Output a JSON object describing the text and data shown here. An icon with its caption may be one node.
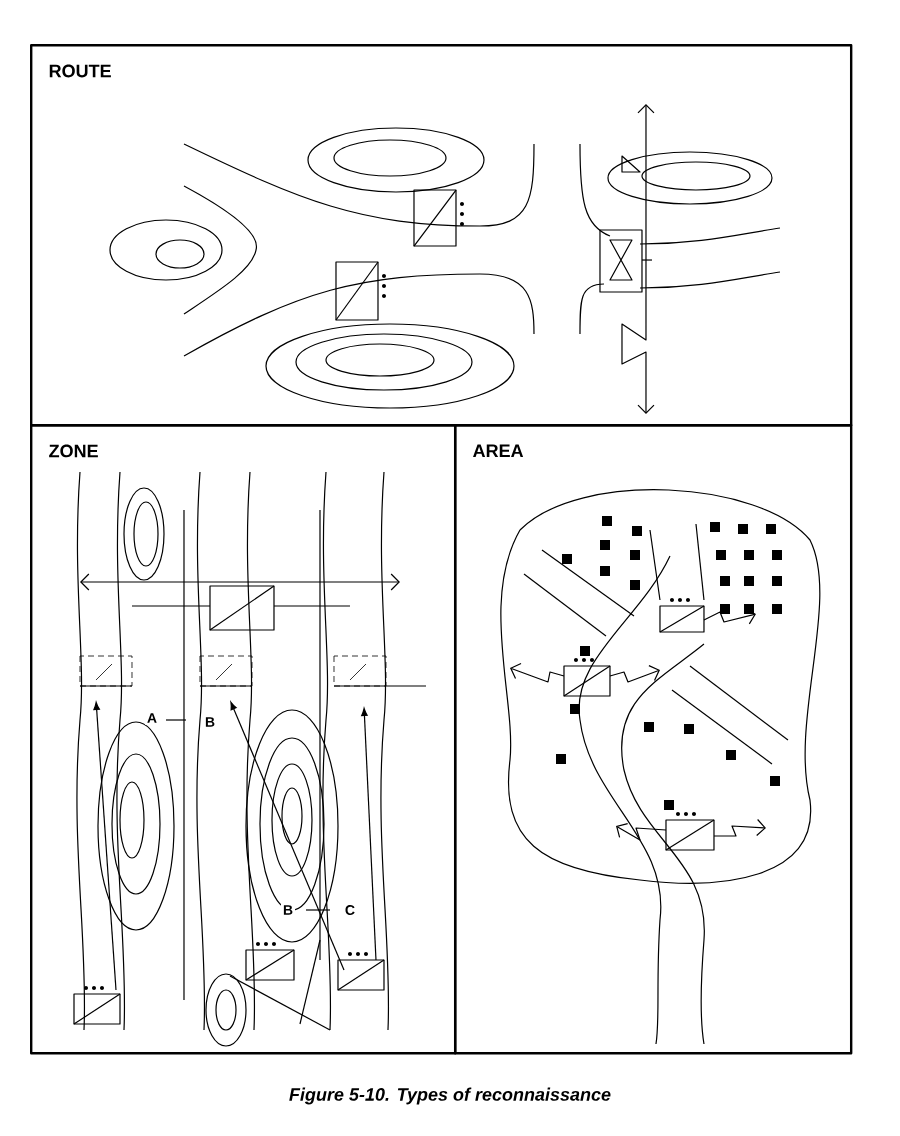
{
  "diagram": {
    "caption": "Figure 5-10. Types of reconnaissance",
    "nodes": [
      {
        "text": [
          "ROUTE"
        ]
      },
      {
        "text": [
          "ZONE"
        ]
      },
      {
        "text": [
          "AREA"
        ]
      }
    ],
    "labels": [
      "A",
      "B",
      "B",
      "C"
    ]
  }
}
